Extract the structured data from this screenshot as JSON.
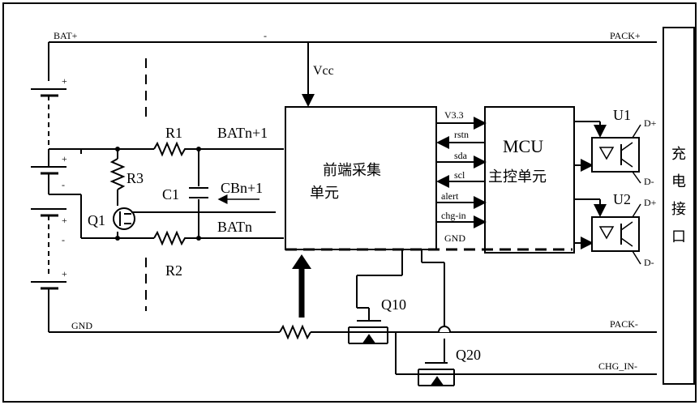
{
  "rails": {
    "bat_plus": "BAT+",
    "minus_mark": "-",
    "pack_plus": "PACK+",
    "pack_minus": "PACK-",
    "chg_in_minus": "CHG_IN-",
    "gnd_left": "GND",
    "vcc": "Vcc"
  },
  "cells": {
    "plus": "+",
    "minus": "-"
  },
  "components": {
    "r1": "R1",
    "r2": "R2",
    "r3": "R3",
    "c1": "C1",
    "q1": "Q1",
    "q10": "Q10",
    "q20": "Q20",
    "u1": "U1",
    "u2": "U2"
  },
  "nets": {
    "batn1": "BATn+1",
    "cbn1": "CBn+1",
    "batn": "BATn"
  },
  "afe": {
    "line1": "前端采集",
    "line2": "单元"
  },
  "mcu": {
    "line1": "MCU",
    "line2": "主控单元"
  },
  "bus": {
    "v33": "V3.3",
    "rstn": "rstn",
    "sda": "sda",
    "scl": "scl",
    "alert": "alert",
    "chg_in": "chg-in",
    "gnd": "GND"
  },
  "opto": {
    "d_plus": "D+",
    "d_minus": "D-"
  },
  "port": {
    "c1": "充",
    "c2": "电",
    "c3": "接",
    "c4": "口"
  },
  "colors": {
    "ink": "#000000",
    "background": "#ffffff"
  }
}
